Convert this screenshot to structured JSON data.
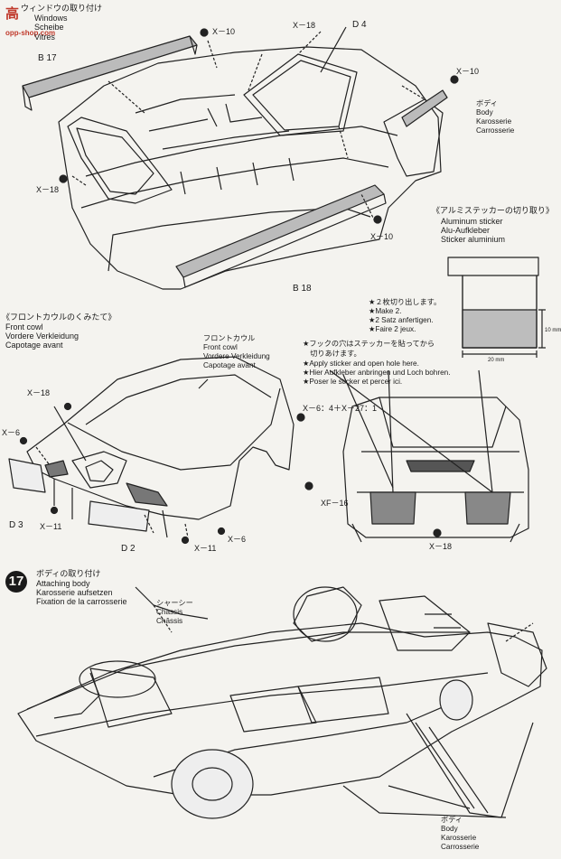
{
  "watermark": {
    "cn": "高",
    "url": "opp-shop.com"
  },
  "section_window": {
    "lines": [
      "ウィンドウの取り付け",
      "Windows",
      "Scheibe",
      "Vitres"
    ]
  },
  "section_sticker": {
    "heading_jp": "《アルミステッカーの切り取り》",
    "lines": [
      "Aluminum sticker",
      "Alu-Aufkleber",
      "Sticker aluminium"
    ],
    "dim_height": "10 mm",
    "dim_width": "20 mm",
    "make_notes": [
      "★２枚切り出します。",
      "★Make 2.",
      "★2 Satz anfertigen.",
      "★Faire 2 jeux."
    ],
    "hook_notes": [
      "★フックの穴はステッカーを貼ってから",
      "　切りあけます。",
      "★Apply sticker and open hole here.",
      "★Hier Aufkleber anbringen und Loch bohren.",
      "★Poser le sticker et percer ici."
    ]
  },
  "body_labels": {
    "jp": "ボディ",
    "lines": [
      "Body",
      "Karosserie",
      "Carrosserie"
    ]
  },
  "section_cowl": {
    "heading_jp": "《フロントカウルのくみたて》",
    "lines": [
      "Front cowl",
      "Vordere Verkleidung",
      "Capotage avant"
    ]
  },
  "cowl_label": {
    "jp": "フロントカウル",
    "lines": [
      "Front cowl",
      "Vordere Verkleidung",
      "Capotage avant"
    ]
  },
  "step17": {
    "number": "17",
    "jp": "ボディの取り付け",
    "lines": [
      "Attaching body",
      "Karosserie aufsetzen",
      "Fixation de la carrosserie"
    ]
  },
  "chassis_label": {
    "jp": "シャーシー",
    "lines": [
      "Chassis",
      "Châssis"
    ]
  },
  "body_labels_bottom": {
    "jp": "ボディ",
    "lines": [
      "Body",
      "Karosserie",
      "Carrosserie"
    ]
  },
  "parts": {
    "b17": "B 17",
    "d4": "D 4",
    "b18": "B 18",
    "d3": "D 3",
    "d2": "D 2",
    "x10a": "X－10",
    "x18a": "X－18",
    "x10b": "X－10",
    "x18b": "X－18",
    "x10c": "X－10",
    "x18c": "X－18",
    "x6a": "X－6",
    "x11a": "X－11",
    "x11b": "X－11",
    "x6b": "X－6",
    "x6x27": "X－6：4＋X－27：1",
    "xf16": "XF－16",
    "x18d": "X－18"
  }
}
